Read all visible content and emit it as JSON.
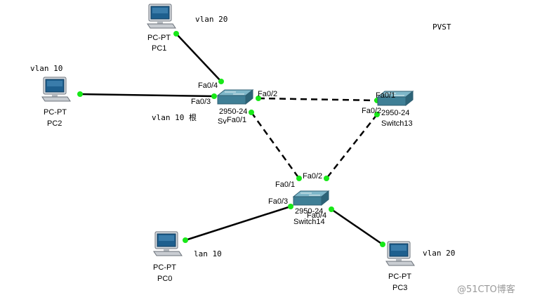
{
  "title": "PVST",
  "watermark": "@51CTO博客",
  "pcs": [
    {
      "id": "pc1",
      "type": "PC-PT",
      "name": "PC1",
      "vlan_note": "vlan  20"
    },
    {
      "id": "pc2",
      "type": "PC-PT",
      "name": "PC2",
      "vlan_note": "vlan 10"
    },
    {
      "id": "pc0",
      "type": "PC-PT",
      "name": "PC0",
      "vlan_note": "lan 10"
    },
    {
      "id": "pc3",
      "type": "PC-PT",
      "name": "PC3",
      "vlan_note": "vlan  20"
    }
  ],
  "switches": [
    {
      "id": "sw12",
      "model": "2950-24",
      "name": "Sv"
    },
    {
      "id": "sw13",
      "model": "2950-24",
      "name": "Switch13"
    },
    {
      "id": "sw14",
      "model": "2950-24",
      "name": "Switch14"
    }
  ],
  "root_note": "vlan 10 根",
  "ports": {
    "sw12_fa04": "Fa0/4",
    "sw12_fa03": "Fa0/3",
    "sw12_fa02": "Fa0/2",
    "sw12_fa01": "Fa0/1",
    "sw13_fa01": "Fa0/1",
    "sw13_fa02": "Fa0/2",
    "sw14_fa01": "Fa0/1",
    "sw14_fa02": "Fa0/2",
    "sw14_fa03": "Fa0/3",
    "sw14_fa04": "Fa0/4"
  },
  "links": [
    {
      "from": "pc1",
      "to": "sw12",
      "style": "solid"
    },
    {
      "from": "pc2",
      "to": "sw12",
      "style": "solid"
    },
    {
      "from": "sw12",
      "to": "sw13",
      "style": "dashed"
    },
    {
      "from": "sw12",
      "to": "sw14",
      "style": "dashed"
    },
    {
      "from": "sw13",
      "to": "sw14",
      "style": "dashed"
    },
    {
      "from": "pc0",
      "to": "sw14",
      "style": "solid"
    },
    {
      "from": "pc3",
      "to": "sw14",
      "style": "solid"
    }
  ],
  "colors": {
    "link_end": "#18e818",
    "switch": "#3f7f96",
    "pc_screen": "#1e5f8e"
  }
}
